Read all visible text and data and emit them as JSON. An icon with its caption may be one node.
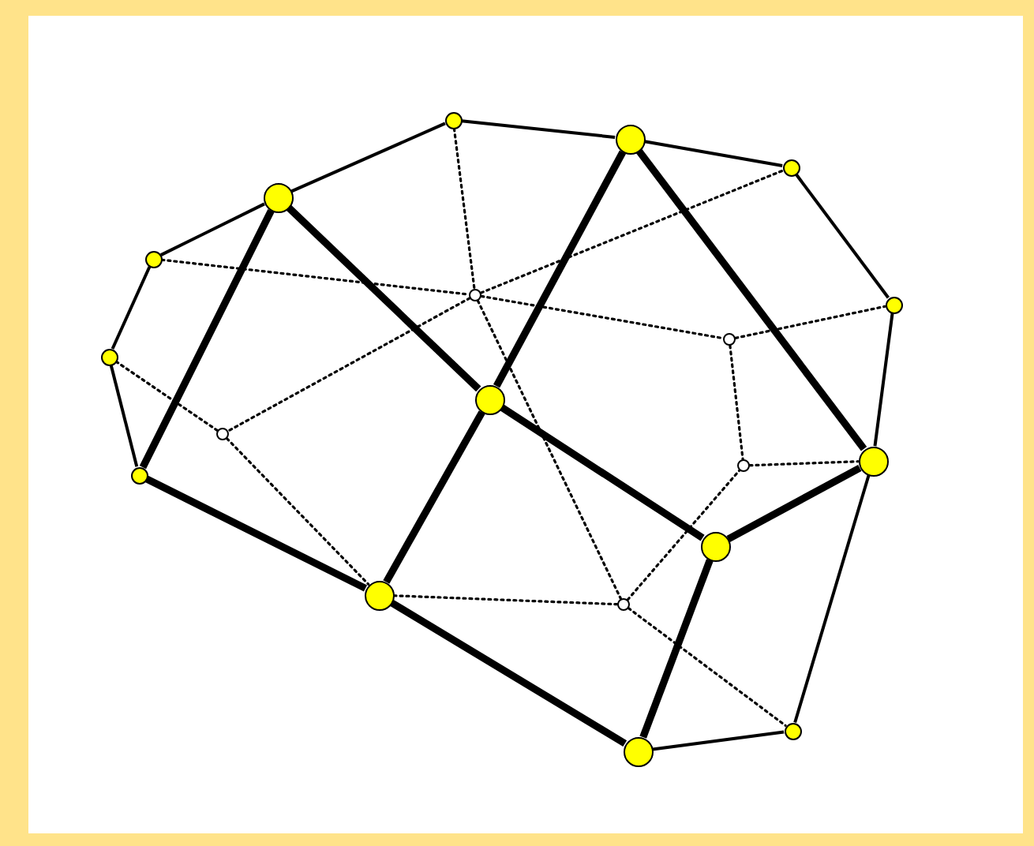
{
  "diagram": {
    "nodes": [
      {
        "text": [],
        "shape": "circle"
      },
      {
        "text": [],
        "shape": "circle"
      },
      {
        "text": [],
        "shape": "circle"
      },
      {
        "text": [],
        "shape": "circle"
      },
      {
        "text": [],
        "shape": "circle"
      },
      {
        "text": [],
        "shape": "circle"
      },
      {
        "text": [],
        "shape": "circle"
      },
      {
        "text": [],
        "shape": "circle"
      },
      {
        "text": [],
        "shape": "circle"
      },
      {
        "text": [],
        "shape": "circle"
      },
      {
        "text": [],
        "shape": "circle"
      },
      {
        "text": [],
        "shape": "circle"
      },
      {
        "text": [],
        "shape": "circle"
      },
      {
        "text": [],
        "shape": "circle"
      },
      {
        "text": [],
        "shape": "circle"
      },
      {
        "text": [],
        "shape": "circle"
      },
      {
        "text": [],
        "shape": "circle"
      },
      {
        "text": [],
        "shape": "circle"
      },
      {
        "text": [],
        "shape": "circle"
      }
    ],
    "edges": [
      {
        "from": 3,
        "to": 0,
        "arrow": "none"
      },
      {
        "from": 0,
        "to": 1,
        "arrow": "none"
      },
      {
        "from": 1,
        "to": 2,
        "arrow": "none"
      },
      {
        "from": 2,
        "to": 6,
        "arrow": "none"
      },
      {
        "from": 6,
        "to": 11,
        "arrow": "none"
      },
      {
        "from": 11,
        "to": 17,
        "arrow": "none"
      },
      {
        "from": 17,
        "to": 18,
        "arrow": "none"
      },
      {
        "from": 3,
        "to": 4,
        "arrow": "none"
      },
      {
        "from": 4,
        "to": 8,
        "arrow": "none"
      },
      {
        "from": 8,
        "to": 13,
        "arrow": "none"
      },
      {
        "from": 3,
        "to": 9,
        "arrow": "none",
        "style": "thick"
      },
      {
        "from": 1,
        "to": 9,
        "arrow": "none",
        "style": "thick"
      },
      {
        "from": 1,
        "to": 11,
        "arrow": "none",
        "style": "thick"
      },
      {
        "from": 3,
        "to": 13,
        "arrow": "none",
        "style": "thick"
      },
      {
        "from": 9,
        "to": 15,
        "arrow": "none",
        "style": "thick"
      },
      {
        "from": 9,
        "to": 14,
        "arrow": "none",
        "style": "thick"
      },
      {
        "from": 14,
        "to": 11,
        "arrow": "none",
        "style": "thick"
      },
      {
        "from": 14,
        "to": 18,
        "arrow": "none",
        "style": "thick"
      },
      {
        "from": 13,
        "to": 15,
        "arrow": "none",
        "style": "thick"
      },
      {
        "from": 15,
        "to": 18,
        "arrow": "none",
        "style": "thick"
      },
      {
        "from": 4,
        "to": 5,
        "arrow": "none",
        "style": "dashed"
      },
      {
        "from": 0,
        "to": 5,
        "arrow": "none",
        "style": "dashed"
      },
      {
        "from": 5,
        "to": 2,
        "arrow": "none",
        "style": "dashed"
      },
      {
        "from": 5,
        "to": 7,
        "arrow": "none",
        "style": "dashed"
      },
      {
        "from": 5,
        "to": 16,
        "arrow": "none",
        "style": "dashed"
      },
      {
        "from": 5,
        "to": 10,
        "arrow": "none",
        "style": "dashed"
      },
      {
        "from": 8,
        "to": 10,
        "arrow": "none",
        "style": "dashed"
      },
      {
        "from": 10,
        "to": 15,
        "arrow": "none",
        "style": "dashed"
      },
      {
        "from": 15,
        "to": 16,
        "arrow": "none",
        "style": "dashed"
      },
      {
        "from": 16,
        "to": 12,
        "arrow": "none",
        "style": "dashed"
      },
      {
        "from": 16,
        "to": 17,
        "arrow": "none",
        "style": "dashed"
      },
      {
        "from": 7,
        "to": 6,
        "arrow": "none",
        "style": "dashed"
      },
      {
        "from": 7,
        "to": 12,
        "arrow": "none",
        "style": "dashed"
      },
      {
        "from": 12,
        "to": 11,
        "arrow": "none",
        "style": "dashed"
      }
    ]
  }
}
